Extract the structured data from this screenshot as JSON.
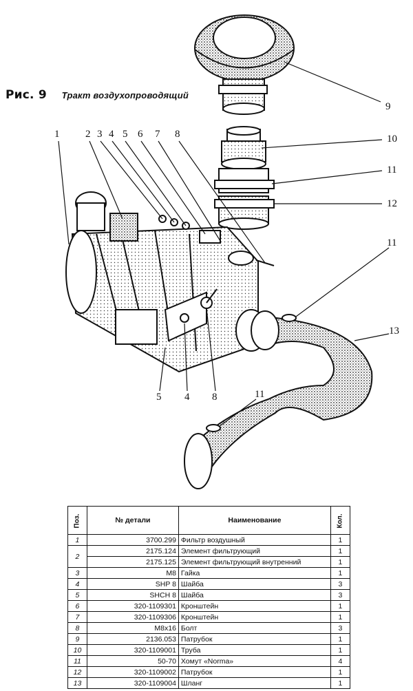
{
  "figure": {
    "label": "Рис. 9",
    "title": "Тракт воздухопроводящий"
  },
  "callouts": {
    "c1": "1",
    "c2": "2",
    "c3": "3",
    "c4": "4",
    "c5": "5",
    "c6": "6",
    "c7": "7",
    "c8": "8",
    "c9": "9",
    "c10": "10",
    "c11a": "11",
    "c12": "12",
    "c11b": "11",
    "c13": "13",
    "c5b": "5",
    "c4b": "4",
    "c8b": "8",
    "c11c": "11"
  },
  "table": {
    "headers": {
      "pos": "Поз.",
      "part_no": "№ детали",
      "name": "Наименование",
      "qty": "Кол."
    },
    "rows": [
      {
        "pos": "1",
        "part_no": "3700.299",
        "name": "Фильтр воздушный",
        "qty": "1"
      },
      {
        "pos": "2",
        "part_no": "2175.124",
        "name": "Элемент фильтрующий",
        "qty": "1"
      },
      {
        "pos": "",
        "part_no": "2175.125",
        "name": "Элемент фильтрующий внутренний",
        "qty": "1"
      },
      {
        "pos": "3",
        "part_no": "M8",
        "name": "Гайка",
        "qty": "1"
      },
      {
        "pos": "4",
        "part_no": "SHP 8",
        "name": "Шайба",
        "qty": "3"
      },
      {
        "pos": "5",
        "part_no": "SHCH 8",
        "name": "Шайба",
        "qty": "3"
      },
      {
        "pos": "6",
        "part_no": "320-1109301",
        "name": "Кронштейн",
        "qty": "1"
      },
      {
        "pos": "7",
        "part_no": "320-1109306",
        "name": "Кронштейн",
        "qty": "1"
      },
      {
        "pos": "8",
        "part_no": "M8x16",
        "name": "Болт",
        "qty": "3"
      },
      {
        "pos": "9",
        "part_no": "2136.053",
        "name": "Патрубок",
        "qty": "1"
      },
      {
        "pos": "10",
        "part_no": "320-1109001",
        "name": "Труба",
        "qty": "1"
      },
      {
        "pos": "11",
        "part_no": "50-70",
        "name": "Хомут «Norma»",
        "qty": "4"
      },
      {
        "pos": "12",
        "part_no": "320-1109002",
        "name": "Патрубок",
        "qty": "1"
      },
      {
        "pos": "13",
        "part_no": "320-1109004",
        "name": "Шланг",
        "qty": "1"
      }
    ]
  }
}
